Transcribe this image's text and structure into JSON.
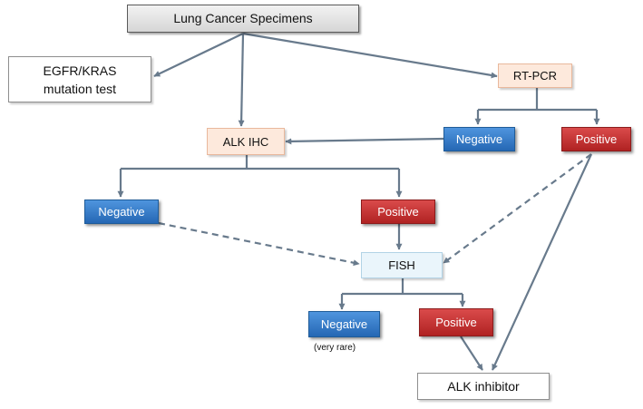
{
  "nodes": {
    "specimens": "Lung Cancer Specimens",
    "egfr_kras": "EGFR/KRAS\nmutation test",
    "rtpcr": "RT-PCR",
    "alk_ihc": "ALK IHC",
    "rtpcr_negative": "Negative",
    "rtpcr_positive": "Positive",
    "ihc_negative": "Negative",
    "ihc_positive": "Positive",
    "fish": "FISH",
    "fish_negative": "Negative",
    "fish_positive": "Positive",
    "alk_inhibitor": "ALK inhibitor"
  },
  "notes": {
    "very_rare": "(very rare)"
  },
  "colors": {
    "arrow": "#687a8c",
    "negative": "#2e6fbf",
    "positive": "#c0302f",
    "process": "#fde9dc",
    "fish": "#eaf5fb"
  }
}
